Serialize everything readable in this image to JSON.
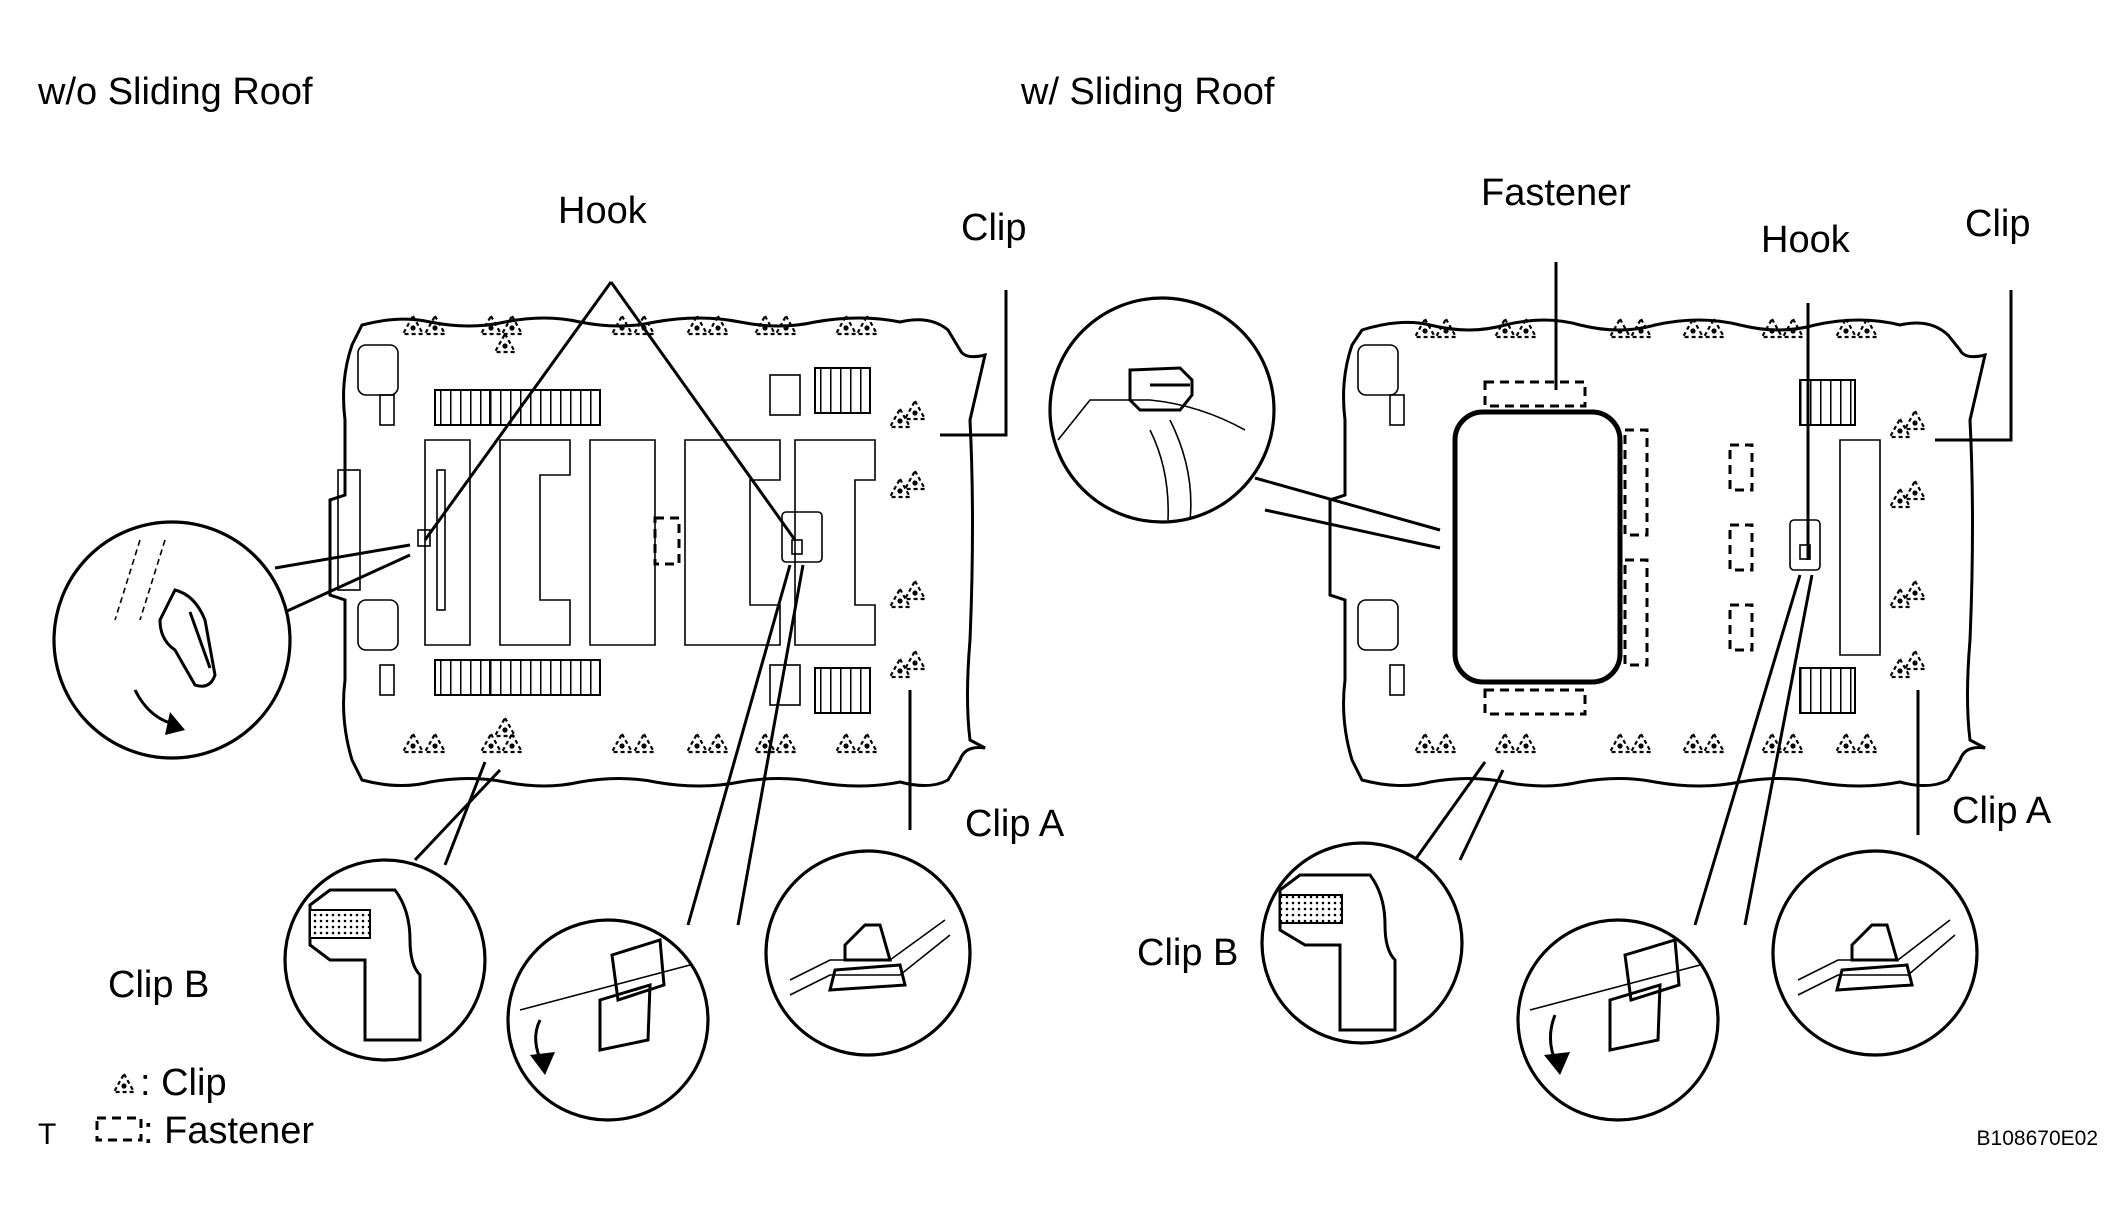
{
  "left_panel": {
    "title": "w/o Sliding Roof",
    "labels": {
      "hook": "Hook",
      "clip": "Clip",
      "clip_a": "Clip A",
      "clip_b": "Clip B"
    }
  },
  "right_panel": {
    "title": "w/ Sliding Roof",
    "labels": {
      "fastener": "Fastener",
      "hook": "Hook",
      "clip": "Clip",
      "clip_a": "Clip A",
      "clip_b": "Clip B"
    }
  },
  "legend": {
    "clip": ": Clip",
    "fastener": ": Fastener",
    "marker": "T"
  },
  "figure_id": "B108670E02"
}
